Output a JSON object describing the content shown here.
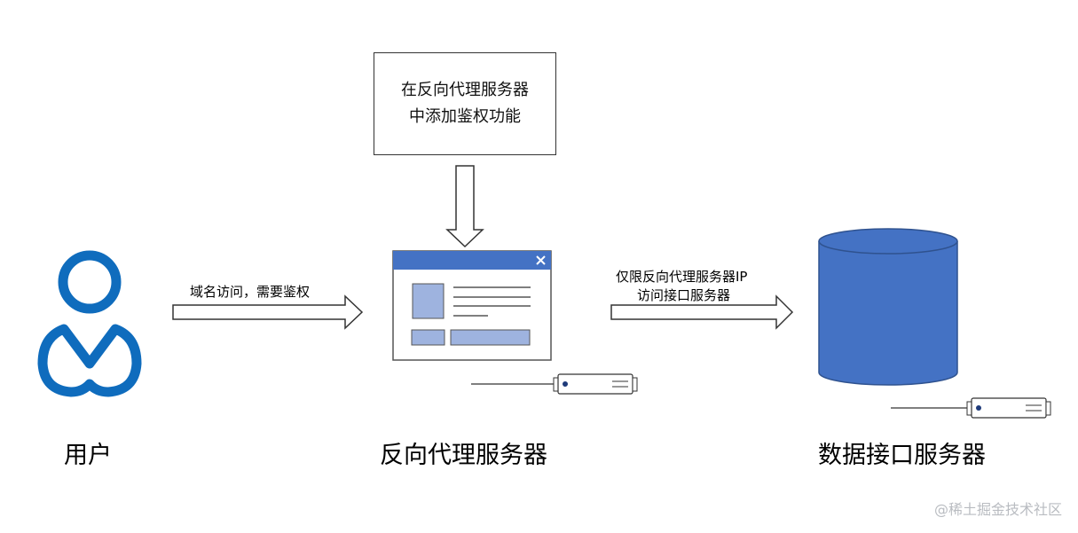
{
  "note": {
    "line1": "在反向代理服务器",
    "line2": "中添加鉴权功能"
  },
  "arrows": {
    "user_to_proxy": "域名访问，需要鉴权",
    "proxy_to_data_line1": "仅限反向代理服务器IP",
    "proxy_to_data_line2": "访问接口服务器"
  },
  "nodes": {
    "user": "用户",
    "proxy": "反向代理服务器",
    "data": "数据接口服务器"
  },
  "watermark": "@稀土掘金技术社区",
  "colors": {
    "user_icon": "#0f6cbd",
    "window_title": "#4472c4",
    "window_block": "#9eb3df",
    "database": "#4472c4"
  }
}
